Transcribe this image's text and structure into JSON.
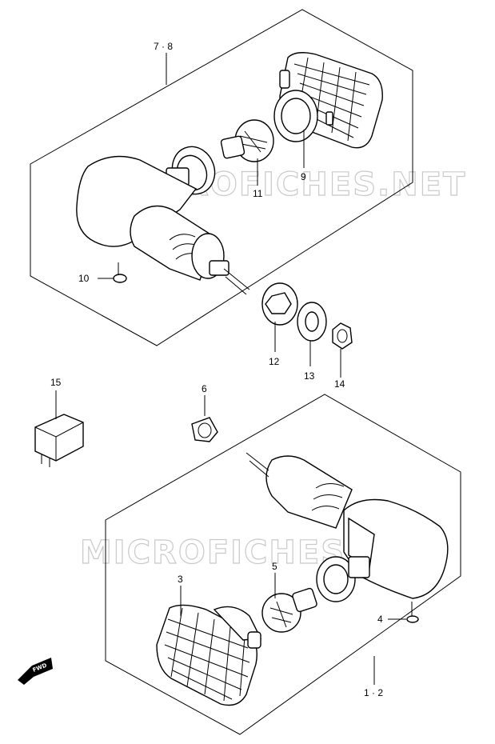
{
  "watermark": "MICROFICHES.NET",
  "fwd_label": "FWD",
  "callouts": {
    "top_assembly": "7 · 8",
    "bottom_assembly": "1 · 2",
    "p3": "3",
    "p4": "4",
    "p5": "5",
    "p6": "6",
    "p9": "9",
    "p10": "10",
    "p11": "11",
    "p12": "12",
    "p13": "13",
    "p14": "14",
    "p15": "15"
  }
}
